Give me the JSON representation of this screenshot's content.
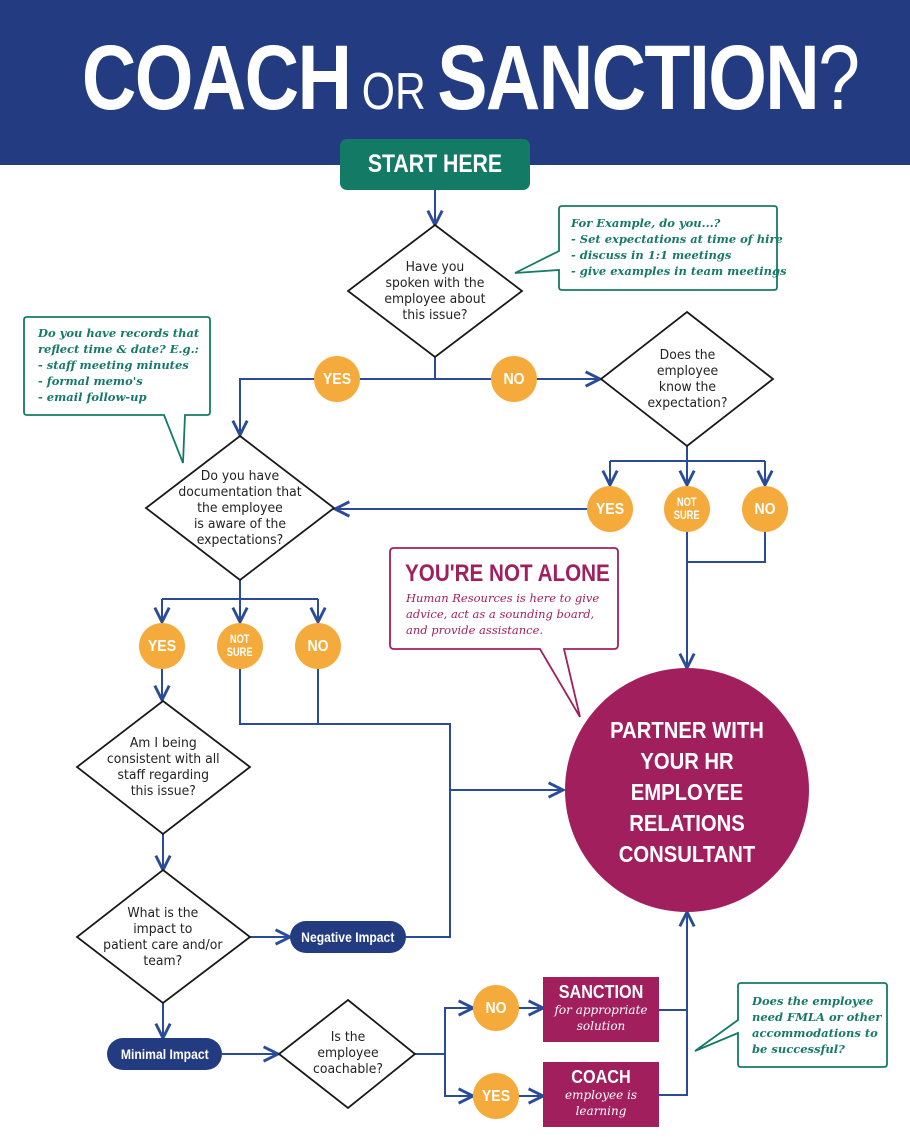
{
  "header": {
    "title_part1": "COACH",
    "title_or": "OR",
    "title_part2": "SANCTION",
    "title_q": "?"
  },
  "colors": {
    "header_bg": "#233b80",
    "start_bg": "#137a66",
    "connector": "#2a4a9a",
    "badge": "#f5ab3c",
    "note_green": "#157a66",
    "accent_magenta": "#a21f5e",
    "pill_navy": "#233b80"
  },
  "start": {
    "label": "START HERE"
  },
  "decisions": {
    "spoken": [
      "Have you",
      "spoken with the",
      "employee about",
      "this issue?"
    ],
    "know_expectation": [
      "Does the",
      "employee",
      "know the",
      "expectation?"
    ],
    "documentation": [
      "Do you have",
      "documentation that",
      "the employee",
      "is aware of the",
      "expectations?"
    ],
    "consistent": [
      "Am I being",
      "consistent with all",
      "staff regarding",
      "this issue?"
    ],
    "impact": [
      "What is the",
      "impact to",
      "patient care and/or",
      "team?"
    ],
    "coachable": [
      "Is the",
      "employee",
      "coachable?"
    ]
  },
  "badges": {
    "yes": "YES",
    "no": "NO",
    "not_sure_line1": "NOT",
    "not_sure_line2": "SURE"
  },
  "notes": {
    "example": {
      "title": "For Example, do you...?",
      "items": [
        "- Set expectations at time of hire",
        "- discuss in 1:1 meetings",
        "- give examples in team meetings"
      ]
    },
    "records": {
      "lines": [
        "Do you have records that",
        "reflect time & date? E.g.:"
      ],
      "items": [
        "-  staff meeting minutes",
        "-  formal memo's",
        "-  email follow-up"
      ]
    },
    "fmla": {
      "lines": [
        "Does the employee",
        "need FMLA or other",
        "accommodations to",
        "be successful?"
      ]
    }
  },
  "not_alone": {
    "title": "YOU'RE NOT ALONE",
    "body": [
      "Human Resources is here to give",
      "advice, act as a sounding board,",
      "and provide assistance."
    ]
  },
  "partner": {
    "lines": [
      "PARTNER WITH",
      "YOUR HR",
      "EMPLOYEE",
      "RELATIONS",
      "CONSULTANT"
    ]
  },
  "pills": {
    "negative": "Negative Impact",
    "minimal": "Minimal Impact"
  },
  "outcomes": {
    "sanction": {
      "title": "SANCTION",
      "sub": [
        "for appropriate",
        "solution"
      ]
    },
    "coach": {
      "title": "COACH",
      "sub": [
        "employee is",
        "learning"
      ]
    }
  }
}
